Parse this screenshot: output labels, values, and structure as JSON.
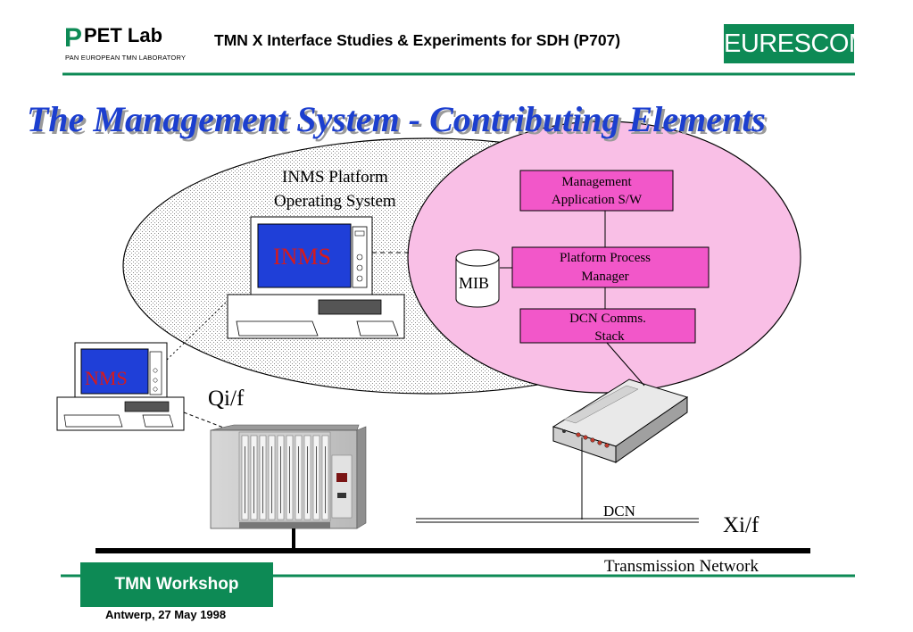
{
  "header": {
    "logo_letter": "P",
    "logo_name": "PET Lab",
    "logo_subtitle": "PAN  EUROPEAN  TMN LABORATORY",
    "title": "TMN X Interface Studies & Experiments for SDH (P707)",
    "brand_logo": "EURESCOM"
  },
  "slide": {
    "title": "The Management System - Contributing Elements"
  },
  "diagram": {
    "platform_label_line1": "INMS Platform",
    "platform_label_line2": "Operating System",
    "inms_screen": "INMS",
    "nms_screen": "NMS",
    "mib": "MIB",
    "box_mgmt_line1": "Management",
    "box_mgmt_line2": "Application S/W",
    "box_ppm_line1": "Platform Process",
    "box_ppm_line2": "Manager",
    "box_dcn_line1": "DCN Comms.",
    "box_dcn_line2": "Stack",
    "qif": "Qi/f",
    "xif": "Xi/f",
    "dcn": "DCN",
    "transmission": "Transmission Network"
  },
  "footer": {
    "badge": "TMN Workshop",
    "date": "Antwerp, 27 May 1998"
  },
  "colors": {
    "brand_green": "#0d8a55",
    "title_blue": "#1c3fcf",
    "pink_fill": "#f9bfe6",
    "box_magenta": "#f257c9",
    "screen_blue": "#1f3fd8",
    "screen_text_red": "#d81a1a"
  }
}
